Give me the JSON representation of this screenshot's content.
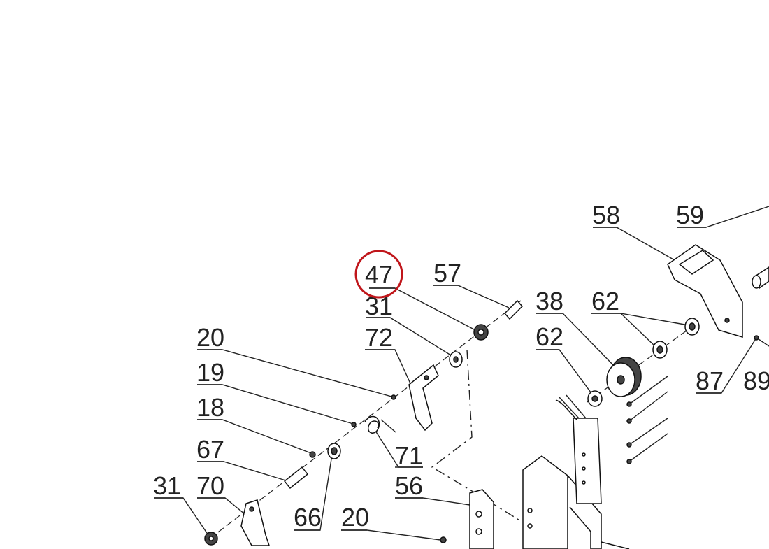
{
  "diagram": {
    "highlight_color": "#c0161b",
    "highlighted_callout": "47",
    "callouts": [
      {
        "id": "c58",
        "label": "58"
      },
      {
        "id": "c59",
        "label": "59"
      },
      {
        "id": "c47",
        "label": "47"
      },
      {
        "id": "c57",
        "label": "57"
      },
      {
        "id": "c31a",
        "label": "31"
      },
      {
        "id": "c38",
        "label": "38"
      },
      {
        "id": "c62a",
        "label": "62"
      },
      {
        "id": "c62b",
        "label": "62"
      },
      {
        "id": "c72",
        "label": "72"
      },
      {
        "id": "c20a",
        "label": "20"
      },
      {
        "id": "c19",
        "label": "19"
      },
      {
        "id": "c18",
        "label": "18"
      },
      {
        "id": "c87",
        "label": "87"
      },
      {
        "id": "c89",
        "label": "89"
      },
      {
        "id": "c71",
        "label": "71"
      },
      {
        "id": "c67",
        "label": "67"
      },
      {
        "id": "c56",
        "label": "56"
      },
      {
        "id": "c31b",
        "label": "31"
      },
      {
        "id": "c70",
        "label": "70"
      },
      {
        "id": "c66",
        "label": "66"
      },
      {
        "id": "c20b",
        "label": "20"
      }
    ]
  }
}
